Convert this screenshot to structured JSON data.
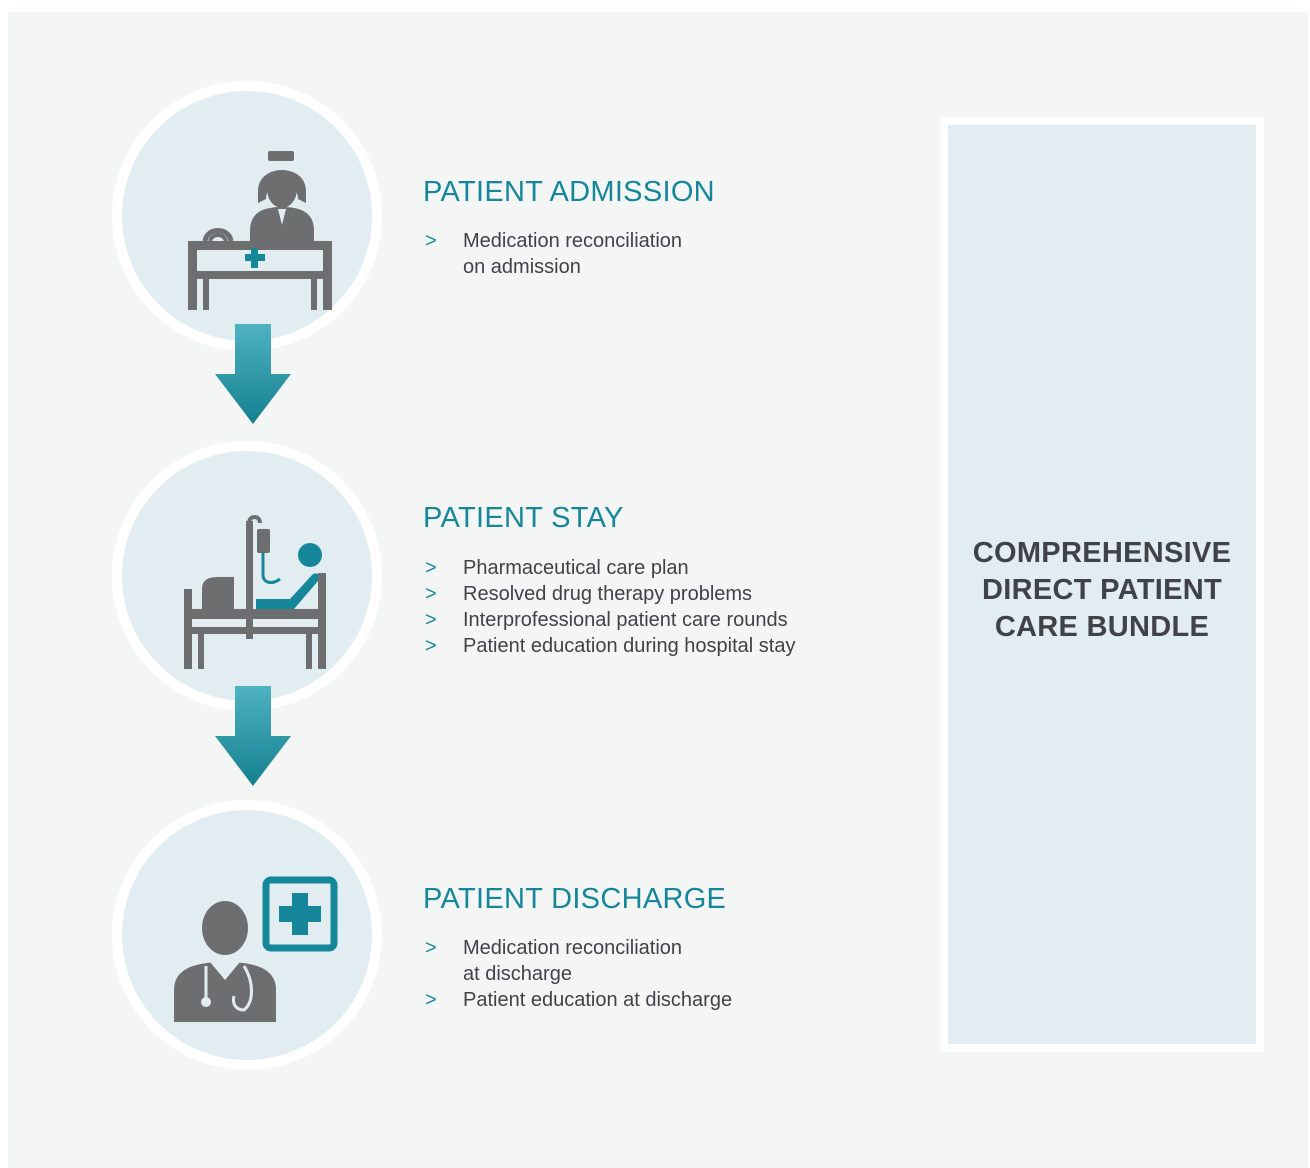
{
  "stages": [
    {
      "title": "PATIENT ADMISSION",
      "icon": "nurse-at-desk-icon",
      "bullets": [
        "Medication reconciliation\non admission"
      ]
    },
    {
      "title": "PATIENT STAY",
      "icon": "patient-in-bed-icon",
      "bullets": [
        "Pharmaceutical care plan",
        "Resolved drug therapy problems",
        "Interprofessional patient care rounds",
        "Patient education during hospital stay"
      ]
    },
    {
      "title": "PATIENT DISCHARGE",
      "icon": "doctor-with-cross-icon",
      "bullets": [
        "Medication reconciliation\nat discharge",
        "Patient education at discharge"
      ]
    }
  ],
  "bullet_marker": ">",
  "bundle": {
    "label": "COMPREHENSIVE\nDIRECT PATIENT\nCARE BUNDLE"
  },
  "colors": {
    "accent": "#16879b",
    "icon_gray": "#6d6e70",
    "circle_fill": "#e2edf1",
    "background": "#f4f6f5",
    "text": "#3f4347"
  }
}
